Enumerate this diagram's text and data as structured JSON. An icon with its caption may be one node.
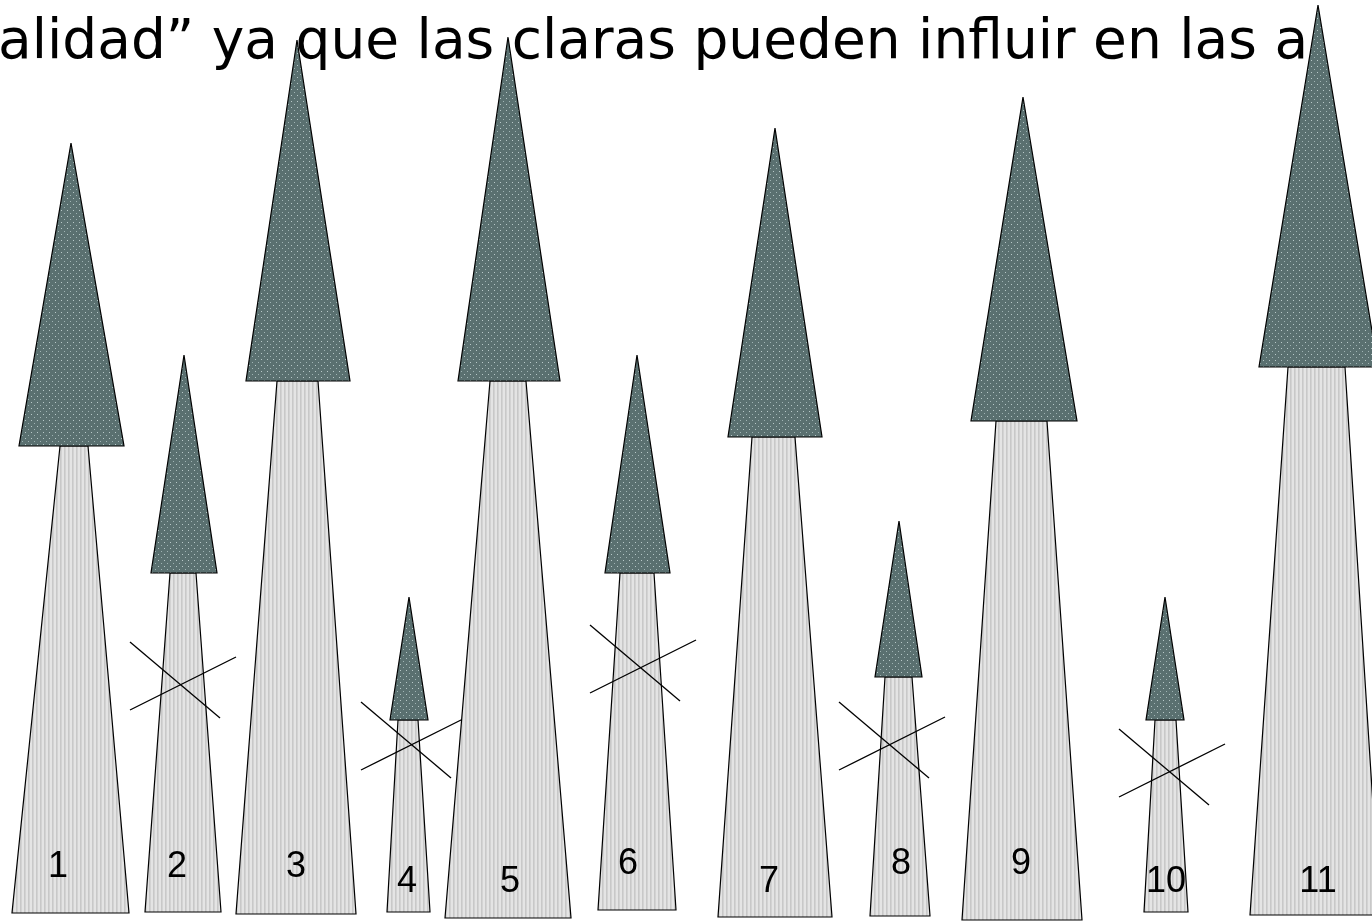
{
  "diagram": {
    "title": "alidad” ya que las claras pueden influir en las a",
    "nodes": [
      {
        "text": [
          "1"
        ]
      },
      {
        "text": [
          "2"
        ]
      },
      {
        "text": [
          "3"
        ]
      },
      {
        "text": [
          "4"
        ]
      },
      {
        "text": [
          "5"
        ]
      },
      {
        "text": [
          "6"
        ]
      },
      {
        "text": [
          "7"
        ]
      },
      {
        "text": [
          "8"
        ]
      },
      {
        "text": [
          "9"
        ]
      },
      {
        "text": [
          "10"
        ]
      },
      {
        "text": [
          "11"
        ]
      }
    ]
  }
}
